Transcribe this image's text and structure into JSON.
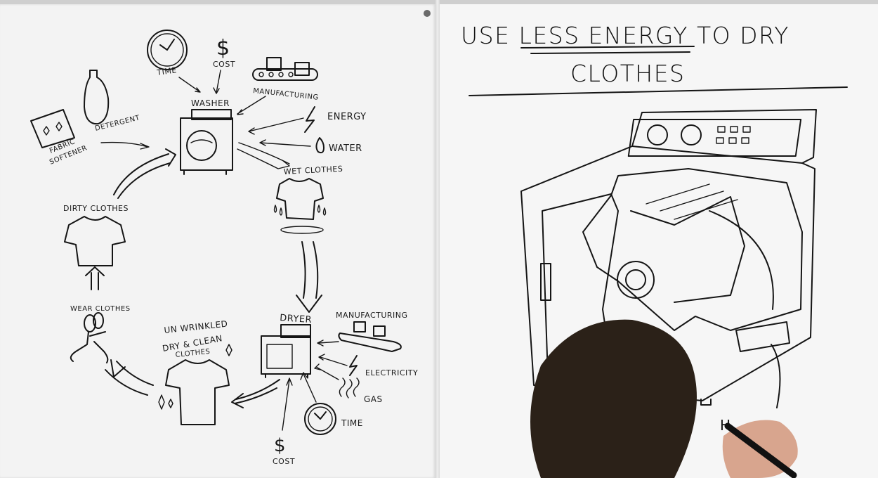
{
  "scene": {
    "description": "Presenter drawing on two whiteboards explaining laundry drying energy usage",
    "colors": {
      "board": "#f3f3f3",
      "ink": "#151515",
      "hair": "#2b2118",
      "skin": "#d8a58e"
    }
  },
  "left_board": {
    "washer": {
      "label": "WASHER",
      "inputs": [
        "TIME",
        "COST",
        "MANUFACTURING",
        "ENERGY",
        "WATER",
        "DETERGENT",
        "FABRIC SOFTENER"
      ],
      "time_label": "TIME",
      "cost_symbol": "$",
      "cost_label": "COST",
      "manufacturing_label": "MANUFACTURING",
      "energy_label": "ENERGY",
      "water_label": "WATER",
      "detergent_label": "DETERGENT",
      "fabric_softener_label_1": "FABRIC",
      "fabric_softener_label_2": "SOFTENER"
    },
    "wet_clothes_label": "WET CLOTHES",
    "dirty_clothes_label": "DIRTY CLOTHES",
    "wear_clothes_label": "WEAR CLOTHES",
    "clean_clothes": {
      "label_1": "UN WRINKLED",
      "label_2": "DRY & CLEAN",
      "label_3": "CLOTHES"
    },
    "dryer": {
      "label": "DRYER",
      "manufacturing_label": "MANUFACTURING",
      "electricity_label": "ELECTRICITY",
      "gas_label": "GAS",
      "time_label": "TIME",
      "cost_symbol": "$",
      "cost_label": "COST"
    }
  },
  "right_board": {
    "title_line_1": "USE LESS ENERGY TO DRY",
    "title_line_2": "CLOTHES",
    "underlined_words": "LESS ENERGY",
    "drawing": "cutaway dryer illustration with perforated drum",
    "handwriting_in_progress": "H"
  }
}
